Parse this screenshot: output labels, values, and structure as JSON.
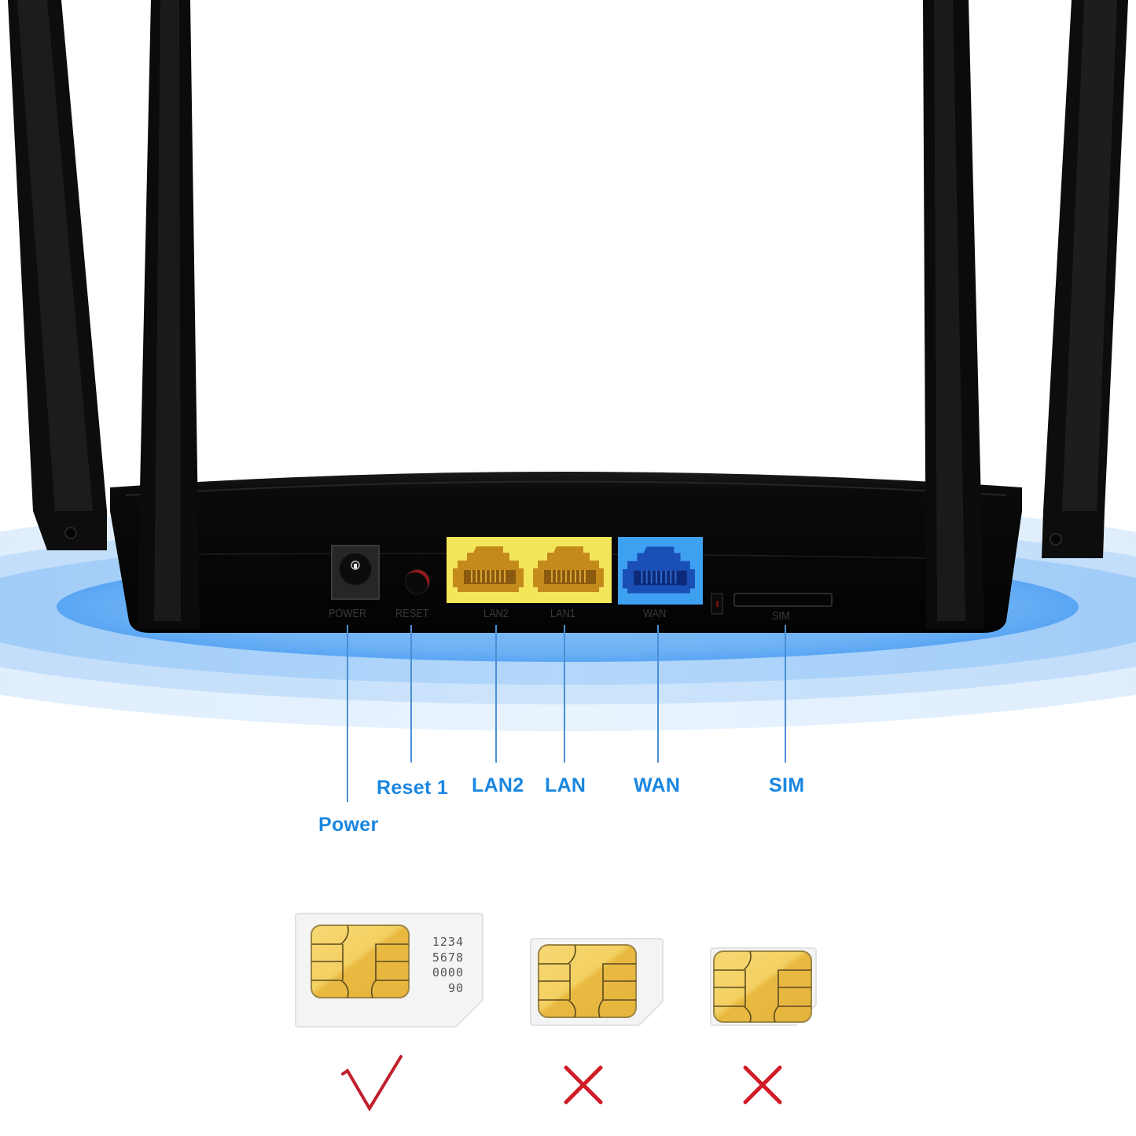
{
  "ports": {
    "power_label": "POWER",
    "reset_label": "RESET",
    "lan2_label": "LAN2",
    "lan1_label": "LAN1",
    "wan_label": "WAN",
    "sim_label": "SIM"
  },
  "callouts": {
    "power": "Power",
    "reset": "Reset 1",
    "lan2": "LAN2",
    "lan": "LAN",
    "wan": "WAN",
    "sim": "SIM"
  },
  "sim_cards": [
    {
      "type": "standard",
      "number_lines": [
        "1234",
        "5678",
        "0000",
        "90"
      ],
      "verdict": "check"
    },
    {
      "type": "micro",
      "verdict": "cross"
    },
    {
      "type": "nano",
      "verdict": "cross"
    }
  ],
  "colors": {
    "callout_blue": "#1a86e0",
    "lan_yellow": "#f4e65a",
    "wan_blue": "#3ea0f0",
    "router_black": "#0b0b0b",
    "mark_red": "#d01c26",
    "chip_gold": "#f1cf5a"
  }
}
